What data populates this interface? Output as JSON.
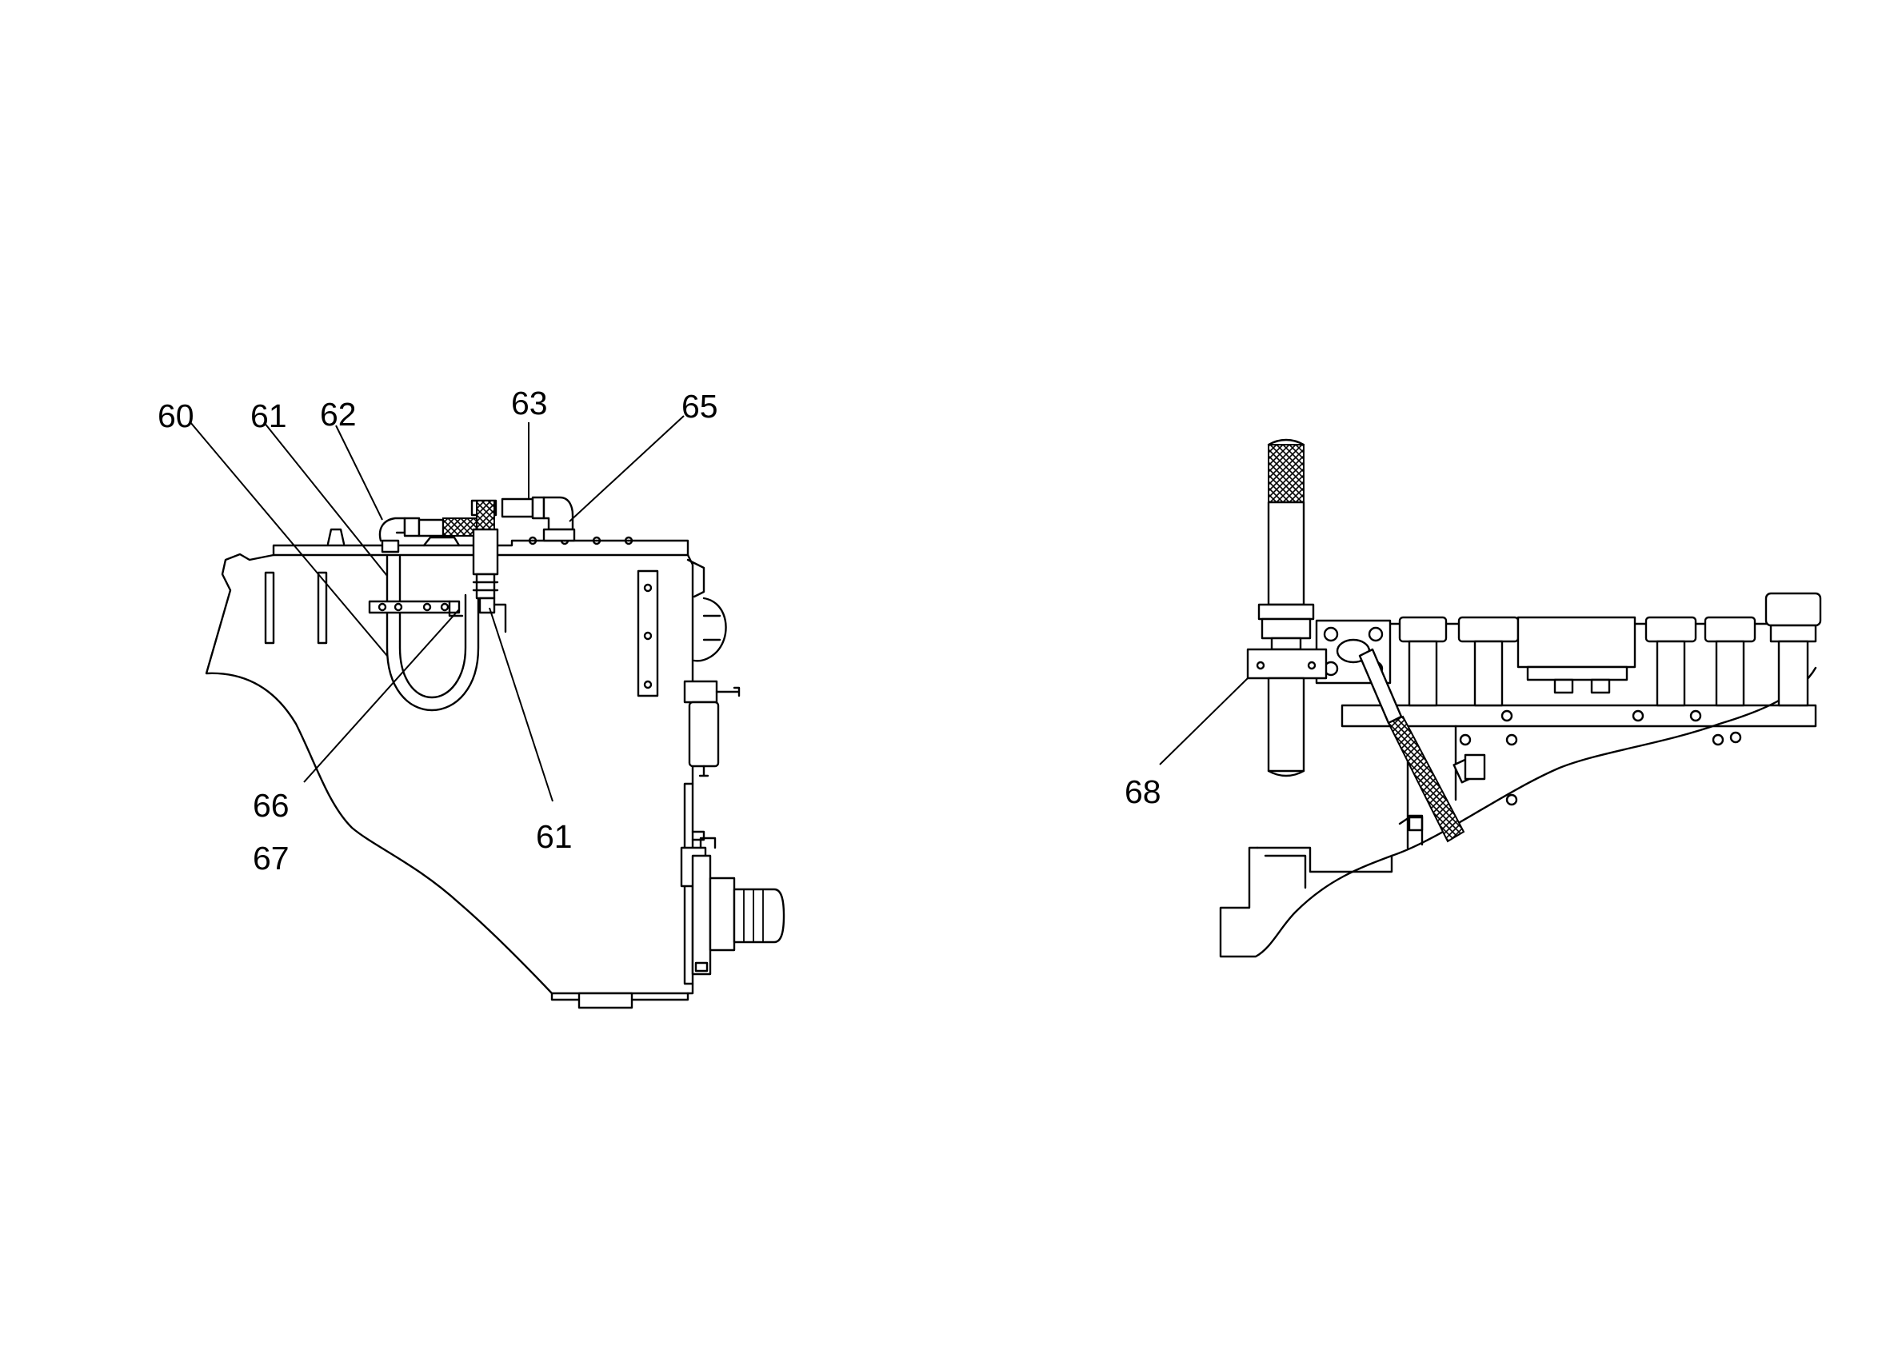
{
  "figure": {
    "left_view": {
      "callouts": [
        "60",
        "61",
        "62",
        "63",
        "65",
        "66",
        "67",
        "61"
      ]
    },
    "right_view": {
      "callouts": [
        "68"
      ]
    }
  },
  "colors": {
    "line": "#000000",
    "background": "#ffffff"
  }
}
